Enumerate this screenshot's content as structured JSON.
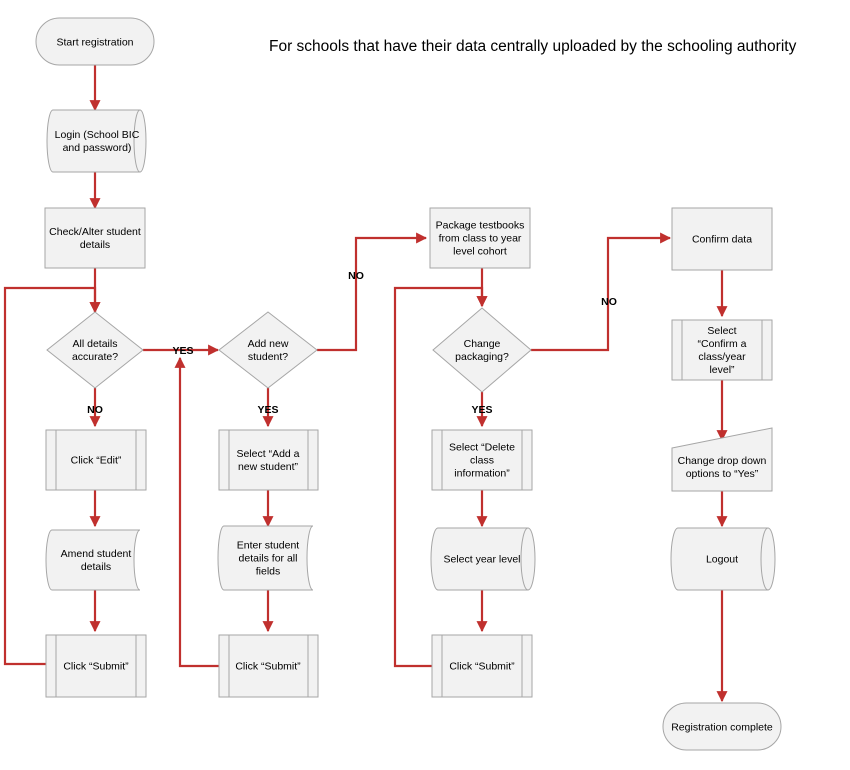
{
  "title": "For schools that have their data centrally uploaded by the schooling authority",
  "colors": {
    "connector": "#c0302e",
    "shape_fill": "#f2f2f2",
    "shape_stroke": "#a6a6a6"
  },
  "nodes": {
    "start": {
      "lines": [
        "Start registration"
      ]
    },
    "login": {
      "lines": [
        "Login (School BIC",
        "and password)"
      ]
    },
    "check_alter": {
      "lines": [
        "Check/Alter student",
        "details"
      ]
    },
    "all_details": {
      "lines": [
        "All details",
        "accurate?"
      ]
    },
    "click_edit": {
      "lines": [
        "Click “Edit”"
      ]
    },
    "amend": {
      "lines": [
        "Amend student",
        "details"
      ]
    },
    "submit1": {
      "lines": [
        "Click “Submit”"
      ]
    },
    "add_new": {
      "lines": [
        "Add new",
        "student?"
      ]
    },
    "select_add": {
      "lines": [
        "Select “Add a",
        "new student”"
      ]
    },
    "enter_details": {
      "lines": [
        "Enter student",
        "details for all",
        "fields"
      ]
    },
    "submit2": {
      "lines": [
        "Click “Submit”"
      ]
    },
    "package": {
      "lines": [
        "Package testbooks",
        "from class to year",
        "level cohort"
      ]
    },
    "change_pkg": {
      "lines": [
        "Change",
        "packaging?"
      ]
    },
    "select_delete": {
      "lines": [
        "Select “Delete",
        "class",
        "information”"
      ]
    },
    "select_year": {
      "lines": [
        "Select year level"
      ]
    },
    "submit3": {
      "lines": [
        "Click “Submit”"
      ]
    },
    "confirm_data": {
      "lines": [
        "Confirm data"
      ]
    },
    "select_confirm": {
      "lines": [
        "Select",
        "“Confirm a",
        "class/year",
        "level”"
      ]
    },
    "change_drop": {
      "lines": [
        "Change drop down",
        "options to “Yes”"
      ]
    },
    "logout": {
      "lines": [
        "Logout"
      ]
    },
    "complete": {
      "lines": [
        "Registration complete"
      ]
    }
  },
  "edge_labels": {
    "no_edit": "NO",
    "yes_add": "YES",
    "yes_select_add": "YES",
    "no_package": "NO",
    "yes_delete": "YES",
    "no_confirm": "NO"
  }
}
